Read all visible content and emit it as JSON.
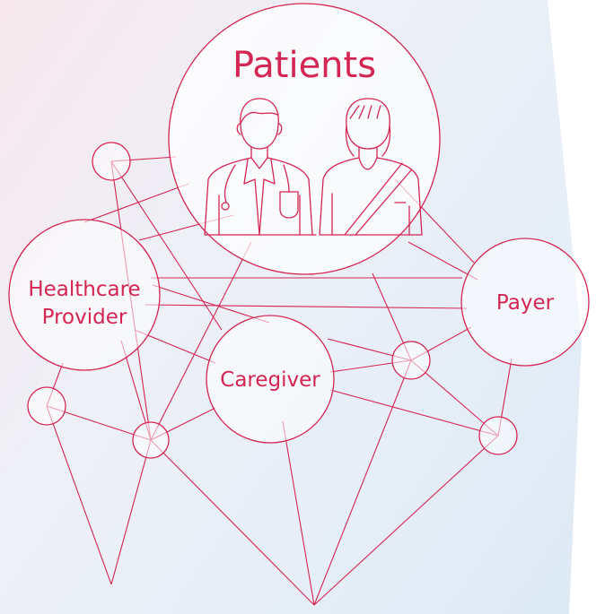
{
  "nodes": {
    "patients": {
      "label": "Patients"
    },
    "healthcare_provider": {
      "label_line1": "Healthcare",
      "label_line2": "Provider"
    },
    "caregiver": {
      "label": "Caregiver"
    },
    "payer": {
      "label": "Payer"
    }
  },
  "icons": [
    "doctor-icon",
    "patient-icon"
  ],
  "colors": {
    "accent": "#d42652"
  }
}
